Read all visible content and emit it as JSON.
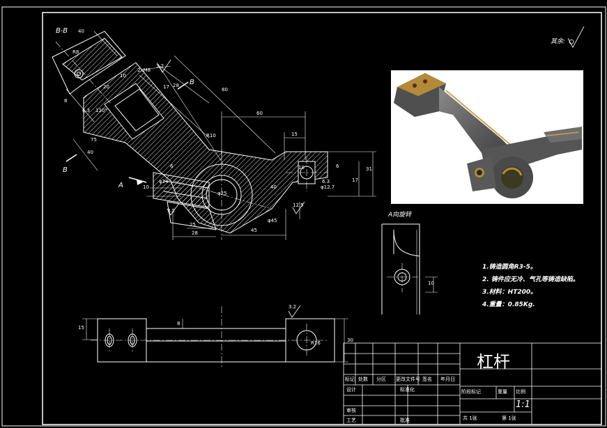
{
  "section_bb": "B-B",
  "section_cut_b_left": "B",
  "section_cut_b_right": "B",
  "view_arrow_label": "A",
  "roughness_label": "其余:",
  "a_view_label": "A向旋转",
  "dims": {
    "d40": "40",
    "r8": "R8",
    "d8": "8",
    "d20": "20",
    "d10": "10",
    "dm": "2xM8",
    "d32a": "3.2",
    "d17": "17",
    "d28": "28",
    "d63": "6.3",
    "d120": "120°",
    "d75": "75",
    "d40b": "40",
    "d80": "80",
    "d60": "60",
    "d15": "15",
    "r10": "R10",
    "d6": "6",
    "d17b": "17",
    "d31": "31",
    "d63b": "6.3",
    "dphi12": "φ12.7",
    "d125": "12.5",
    "dphi14": "φ14",
    "r10b": "10",
    "d6b": "6",
    "dphi25": "φ25",
    "dphi45": "φ45",
    "d45": "45",
    "d25": "25",
    "d28b": "28",
    "d33": "3.2",
    "d40c": "40",
    "d10b": "10",
    "d16": "R16",
    "d15b": "15",
    "d8b": "8",
    "d32b": "3.2",
    "d30": "30",
    "d10c": "10"
  },
  "notes": [
    "1.铸造圆角R3-5。",
    "2. 铸件应无冷、气孔等铸造缺陷。",
    "3.材料：HT200。",
    "4.重量：0.85Kg."
  ],
  "title_block": {
    "part_name": "杠杆",
    "scale": "1:1",
    "labels": {
      "mark": "标记",
      "count": "处数",
      "zone": "分区",
      "change_doc": "更改文件号",
      "sign": "签名",
      "date": "年月日",
      "design": "设计",
      "standard": "标准化",
      "stage_mark": "阶段标记",
      "weight": "重量",
      "scale_h": "比例",
      "review": "审核",
      "process": "工艺",
      "approve": "批准",
      "sheets": "共  1张",
      "sheet": "第  1张"
    }
  },
  "colors": {
    "background": "#000000",
    "line": "#ffffff",
    "render_bg": "#ffffff",
    "render_body": "#6b6b6b",
    "render_accent": "#b38a3a"
  }
}
